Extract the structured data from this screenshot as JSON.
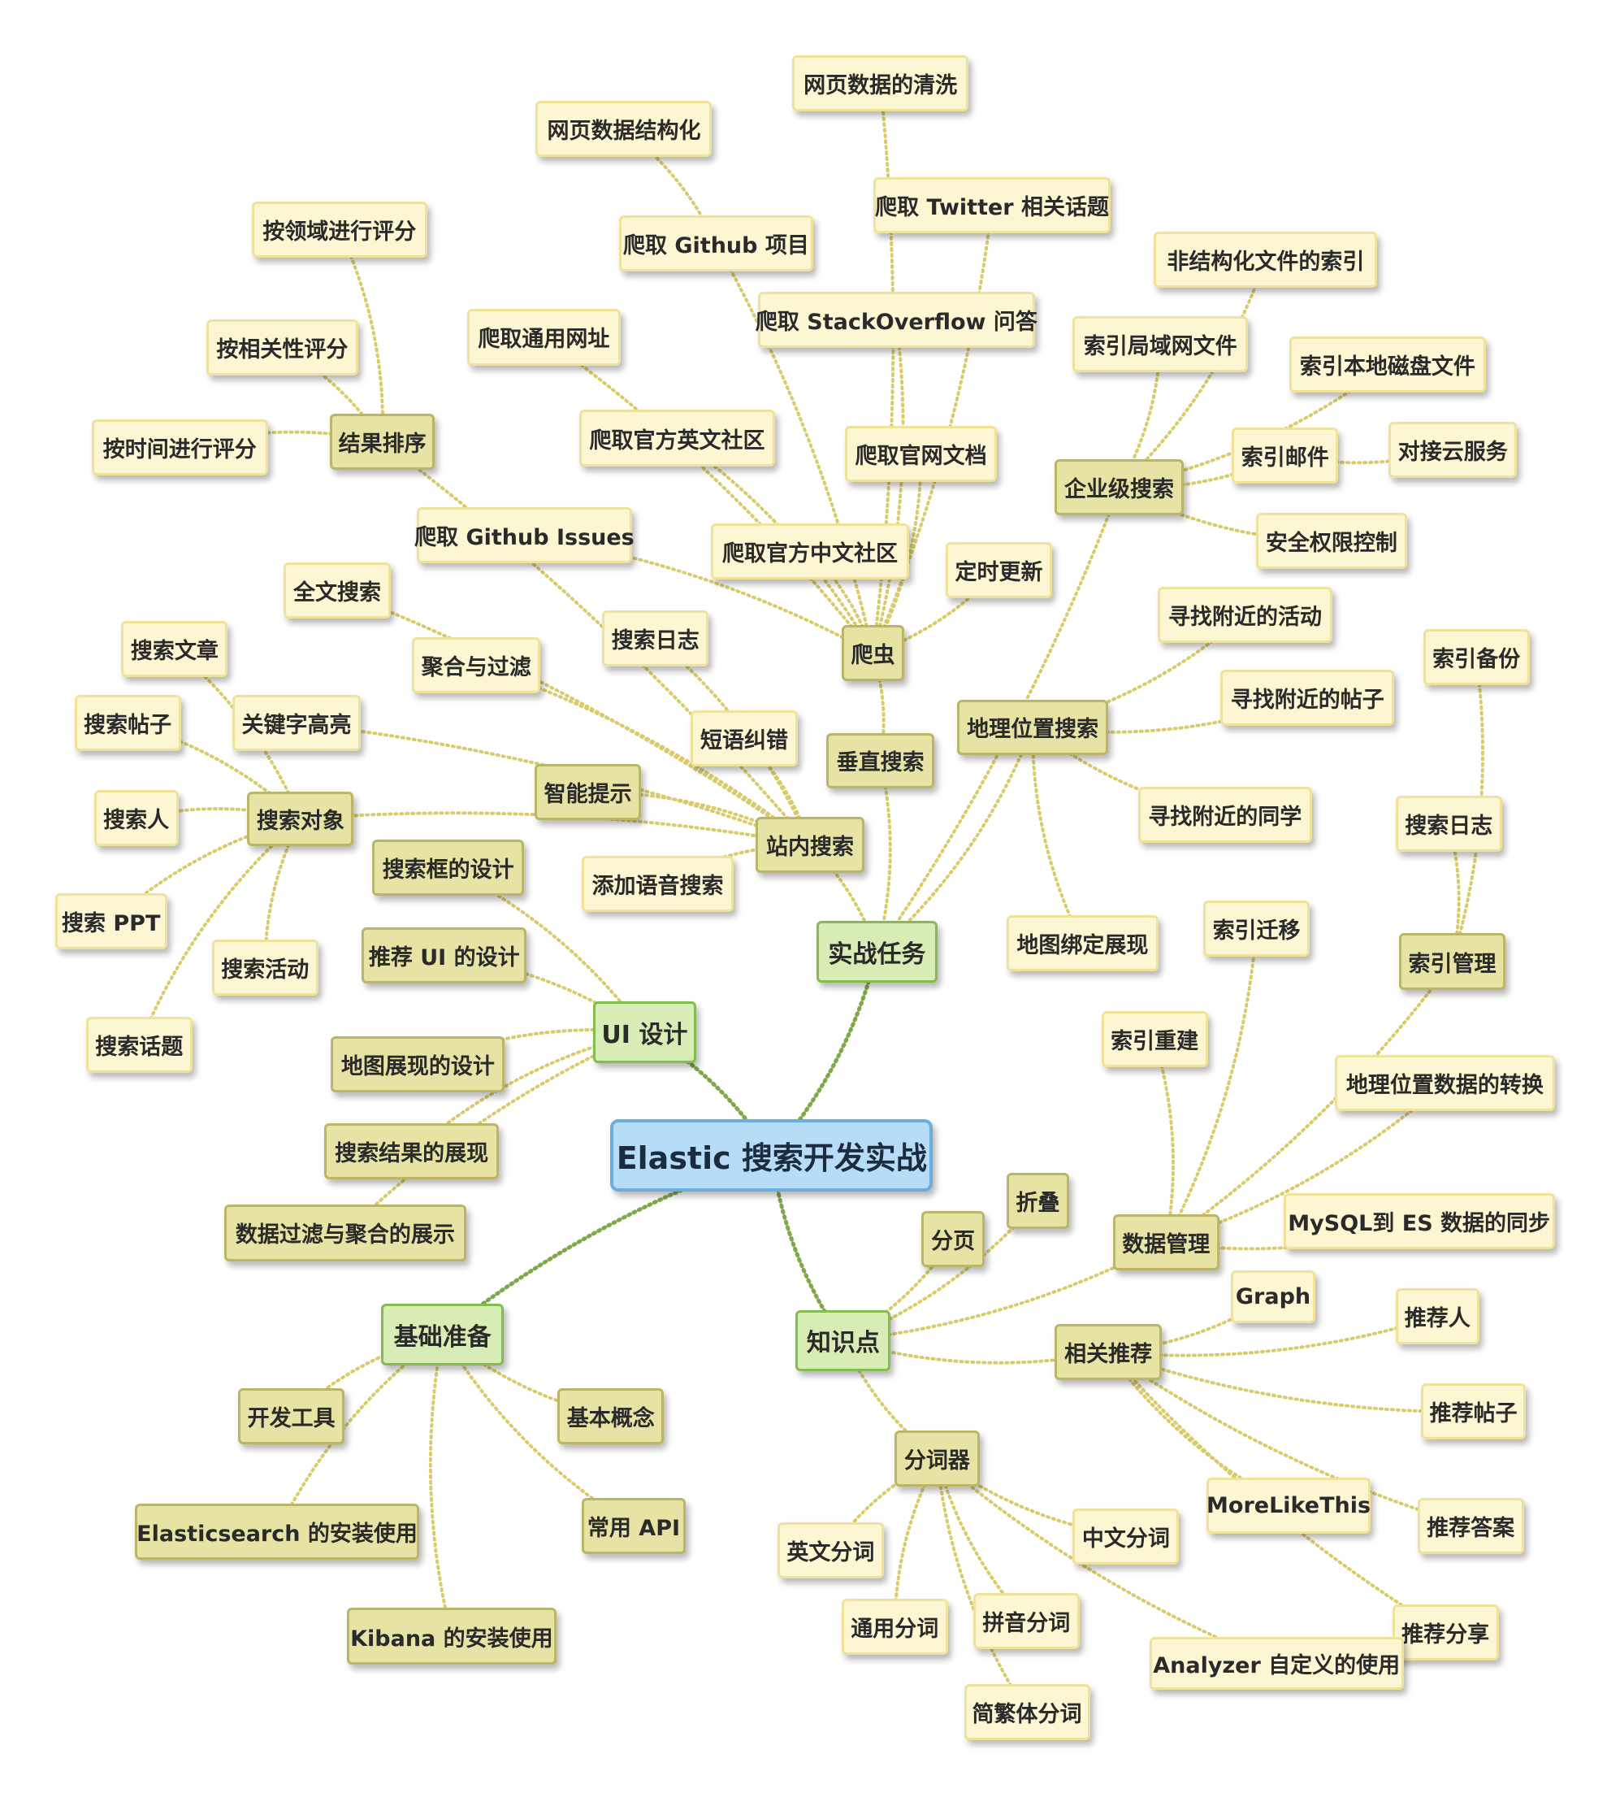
{
  "diagram": {
    "root": {
      "id": "root",
      "label": "Elastic 搜索开发实战"
    },
    "nodes": [
      {
        "id": "shizhan",
        "label": "实战任务",
        "level": "main"
      },
      {
        "id": "ui",
        "label": "UI 设计",
        "level": "main"
      },
      {
        "id": "jichu",
        "label": "基础准备",
        "level": "main"
      },
      {
        "id": "zhishi",
        "label": "知识点",
        "level": "main"
      },
      {
        "id": "paqu",
        "label": "爬虫",
        "level": "sub"
      },
      {
        "id": "zhannei",
        "label": "站内搜索",
        "level": "sub"
      },
      {
        "id": "chuizhi",
        "label": "垂直搜索",
        "level": "sub"
      },
      {
        "id": "qiye",
        "label": "企业级搜索",
        "level": "sub"
      },
      {
        "id": "dili",
        "label": "地理位置搜索",
        "level": "sub"
      },
      {
        "id": "shuju",
        "label": "数据管理",
        "level": "sub"
      },
      {
        "id": "xiangguan",
        "label": "相关推荐",
        "level": "sub"
      },
      {
        "id": "fenci",
        "label": "分词器",
        "level": "sub"
      },
      {
        "id": "jieguo",
        "label": "结果排序",
        "level": "sub"
      },
      {
        "id": "duixiang",
        "label": "搜索对象",
        "level": "sub"
      },
      {
        "id": "zhineng",
        "label": "智能提示",
        "level": "sub"
      },
      {
        "id": "suoyinguanli",
        "label": "索引管理",
        "level": "sub"
      },
      {
        "id": "fenye",
        "label": "分页",
        "level": "sub"
      },
      {
        "id": "zhedie",
        "label": "折叠",
        "level": "sub"
      },
      {
        "id": "sskdsj",
        "label": "搜索框的设计",
        "level": "sub"
      },
      {
        "id": "tjui",
        "label": "推荐 UI 的设计",
        "level": "sub"
      },
      {
        "id": "dtzxsj",
        "label": "地图展现的设计",
        "level": "sub"
      },
      {
        "id": "ssjgzx",
        "label": "搜索结果的展现",
        "level": "sub"
      },
      {
        "id": "sjgl_jh",
        "label": "数据过滤与聚合的展示",
        "level": "sub"
      },
      {
        "id": "kfgj",
        "label": "开发工具",
        "level": "sub"
      },
      {
        "id": "es_az",
        "label": "Elasticsearch 的安装使用",
        "level": "sub"
      },
      {
        "id": "kb_az",
        "label": "Kibana 的安装使用",
        "level": "sub"
      },
      {
        "id": "jbgn",
        "label": "基本概念",
        "level": "sub"
      },
      {
        "id": "cyapi",
        "label": "常用 API",
        "level": "sub"
      },
      {
        "id": "wysjqx",
        "label": "网页数据的清洗",
        "level": "leaf"
      },
      {
        "id": "wysjjgh",
        "label": "网页数据结构化",
        "level": "leaf"
      },
      {
        "id": "twitter",
        "label": "爬取 Twitter 相关话题",
        "level": "leaf"
      },
      {
        "id": "github_xm",
        "label": "爬取 Github 项目",
        "level": "leaf"
      },
      {
        "id": "stackoverflow",
        "label": "爬取 StackOverflow 问答",
        "level": "leaf"
      },
      {
        "id": "tywz",
        "label": "爬取通用网址",
        "level": "leaf"
      },
      {
        "id": "gfyw",
        "label": "爬取官方英文社区",
        "level": "leaf"
      },
      {
        "id": "gwwd",
        "label": "爬取官网文档",
        "level": "leaf"
      },
      {
        "id": "github_issues",
        "label": "爬取 Github Issues",
        "level": "leaf"
      },
      {
        "id": "gfzw",
        "label": "爬取官方中文社区",
        "level": "leaf"
      },
      {
        "id": "dsgx",
        "label": "定时更新",
        "level": "leaf"
      },
      {
        "id": "lyps",
        "label": "按领域进行评分",
        "level": "leaf"
      },
      {
        "id": "xgxps",
        "label": "按相关性评分",
        "level": "leaf"
      },
      {
        "id": "sjps",
        "label": "按时间进行评分",
        "level": "leaf"
      },
      {
        "id": "qwss",
        "label": "全文搜索",
        "level": "leaf"
      },
      {
        "id": "jhgl",
        "label": "聚合与过滤",
        "level": "leaf"
      },
      {
        "id": "ssrz1",
        "label": "搜索日志",
        "level": "leaf"
      },
      {
        "id": "dyjc",
        "label": "短语纠错",
        "level": "leaf"
      },
      {
        "id": "tjyy",
        "label": "添加语音搜索",
        "level": "leaf"
      },
      {
        "id": "ssww",
        "label": "搜索文章",
        "level": "leaf"
      },
      {
        "id": "sstz",
        "label": "搜索帖子",
        "level": "leaf"
      },
      {
        "id": "gjzgl",
        "label": "关键字高亮",
        "level": "leaf"
      },
      {
        "id": "ssr",
        "label": "搜索人",
        "level": "leaf"
      },
      {
        "id": "ssppt",
        "label": "搜索 PPT",
        "level": "leaf"
      },
      {
        "id": "sshd",
        "label": "搜索活动",
        "level": "leaf"
      },
      {
        "id": "sshti",
        "label": "搜索话题",
        "level": "leaf"
      },
      {
        "id": "fjgwj",
        "label": "非结构化文件的索引",
        "level": "leaf"
      },
      {
        "id": "jywwj",
        "label": "索引局域网文件",
        "level": "leaf"
      },
      {
        "id": "bdcp",
        "label": "索引本地磁盘文件",
        "level": "leaf"
      },
      {
        "id": "yj",
        "label": "索引邮件",
        "level": "leaf"
      },
      {
        "id": "djyfw",
        "label": "对接云服务",
        "level": "leaf"
      },
      {
        "id": "aqqx",
        "label": "安全权限控制",
        "level": "leaf"
      },
      {
        "id": "fjhd",
        "label": "寻找附近的活动",
        "level": "leaf"
      },
      {
        "id": "fjtz",
        "label": "寻找附近的帖子",
        "level": "leaf"
      },
      {
        "id": "fjtx",
        "label": "寻找附近的同学",
        "level": "leaf"
      },
      {
        "id": "dtbd",
        "label": "地图绑定展现",
        "level": "leaf"
      },
      {
        "id": "sybf",
        "label": "索引备份",
        "level": "leaf"
      },
      {
        "id": "ssrz2",
        "label": "搜索日志",
        "level": "leaf"
      },
      {
        "id": "syqy",
        "label": "索引迁移",
        "level": "leaf"
      },
      {
        "id": "sycj",
        "label": "索引重建",
        "level": "leaf"
      },
      {
        "id": "dlzh",
        "label": "地理位置数据的转换",
        "level": "leaf"
      },
      {
        "id": "mysql",
        "label": "MySQL到 ES 数据的同步",
        "level": "leaf"
      },
      {
        "id": "graph",
        "label": "Graph",
        "level": "leaf"
      },
      {
        "id": "tjr",
        "label": "推荐人",
        "level": "leaf"
      },
      {
        "id": "tjtz",
        "label": "推荐帖子",
        "level": "leaf"
      },
      {
        "id": "mlt",
        "label": "MoreLikeThis",
        "level": "leaf"
      },
      {
        "id": "tjda",
        "label": "推荐答案",
        "level": "leaf"
      },
      {
        "id": "tjfx",
        "label": "推荐分享",
        "level": "leaf"
      },
      {
        "id": "ywfc",
        "label": "英文分词",
        "level": "leaf"
      },
      {
        "id": "tyfc",
        "label": "通用分词",
        "level": "leaf"
      },
      {
        "id": "pyfc",
        "label": "拼音分词",
        "level": "leaf"
      },
      {
        "id": "jftfc",
        "label": "简繁体分词",
        "level": "leaf"
      },
      {
        "id": "zwfc",
        "label": "中文分词",
        "level": "leaf"
      },
      {
        "id": "analyzer",
        "label": "Analyzer 自定义的使用",
        "level": "leaf"
      }
    ],
    "edges": [
      [
        "root",
        "shizhan"
      ],
      [
        "root",
        "ui"
      ],
      [
        "root",
        "jichu"
      ],
      [
        "root",
        "zhishi"
      ],
      [
        "shizhan",
        "chuizhi"
      ],
      [
        "shizhan",
        "zhannei"
      ],
      [
        "shizhan",
        "qiye"
      ],
      [
        "shizhan",
        "dili"
      ],
      [
        "chuizhi",
        "paqu"
      ],
      [
        "paqu",
        "wysjqx"
      ],
      [
        "paqu",
        "twitter"
      ],
      [
        "paqu",
        "stackoverflow"
      ],
      [
        "paqu",
        "gwwd"
      ],
      [
        "paqu",
        "gfzw"
      ],
      [
        "paqu",
        "dsgx"
      ],
      [
        "paqu",
        "github_issues"
      ],
      [
        "paqu",
        "gfyw"
      ],
      [
        "paqu",
        "tywz"
      ],
      [
        "paqu",
        "github_xm"
      ],
      [
        "github_xm",
        "wysjjgh"
      ],
      [
        "zhannei",
        "jieguo"
      ],
      [
        "zhannei",
        "qwss"
      ],
      [
        "zhannei",
        "jhgl"
      ],
      [
        "zhannei",
        "ssrz1"
      ],
      [
        "zhannei",
        "dyjc"
      ],
      [
        "zhannei",
        "tjyy"
      ],
      [
        "zhannei",
        "zhineng"
      ],
      [
        "zhannei",
        "duixiang"
      ],
      [
        "zhannei",
        "gjzgl"
      ],
      [
        "jieguo",
        "lyps"
      ],
      [
        "jieguo",
        "xgxps"
      ],
      [
        "jieguo",
        "sjps"
      ],
      [
        "duixiang",
        "ssww"
      ],
      [
        "duixiang",
        "sstz"
      ],
      [
        "duixiang",
        "ssr"
      ],
      [
        "duixiang",
        "ssppt"
      ],
      [
        "duixiang",
        "sshd"
      ],
      [
        "duixiang",
        "sshti"
      ],
      [
        "qiye",
        "fjgwj"
      ],
      [
        "qiye",
        "jywwj"
      ],
      [
        "qiye",
        "bdcp"
      ],
      [
        "qiye",
        "yj"
      ],
      [
        "qiye",
        "aqqx"
      ],
      [
        "yj",
        "djyfw"
      ],
      [
        "dili",
        "fjhd"
      ],
      [
        "dili",
        "fjtz"
      ],
      [
        "dili",
        "fjtx"
      ],
      [
        "dili",
        "dtbd"
      ],
      [
        "ui",
        "sskdsj"
      ],
      [
        "ui",
        "tjui"
      ],
      [
        "ui",
        "dtzxsj"
      ],
      [
        "ui",
        "ssjgzx"
      ],
      [
        "ui",
        "sjgl_jh"
      ],
      [
        "jichu",
        "kfgj"
      ],
      [
        "jichu",
        "es_az"
      ],
      [
        "jichu",
        "kb_az"
      ],
      [
        "jichu",
        "jbgn"
      ],
      [
        "jichu",
        "cyapi"
      ],
      [
        "zhishi",
        "fenye"
      ],
      [
        "zhishi",
        "zhedie"
      ],
      [
        "zhishi",
        "shuju"
      ],
      [
        "zhishi",
        "xiangguan"
      ],
      [
        "zhishi",
        "fenci"
      ],
      [
        "shuju",
        "suoyinguanli"
      ],
      [
        "shuju",
        "syqy"
      ],
      [
        "shuju",
        "sycj"
      ],
      [
        "shuju",
        "dlzh"
      ],
      [
        "shuju",
        "mysql"
      ],
      [
        "suoyinguanli",
        "sybf"
      ],
      [
        "suoyinguanli",
        "ssrz2"
      ],
      [
        "xiangguan",
        "graph"
      ],
      [
        "xiangguan",
        "tjr"
      ],
      [
        "xiangguan",
        "tjtz"
      ],
      [
        "xiangguan",
        "mlt"
      ],
      [
        "xiangguan",
        "tjda"
      ],
      [
        "xiangguan",
        "tjfx"
      ],
      [
        "fenci",
        "ywfc"
      ],
      [
        "fenci",
        "tyfc"
      ],
      [
        "fenci",
        "pyfc"
      ],
      [
        "fenci",
        "jftfc"
      ],
      [
        "fenci",
        "zwfc"
      ],
      [
        "fenci",
        "analyzer"
      ]
    ],
    "colors": {
      "root_fill": "#b7dcf8",
      "root_border": "#6aaedf",
      "main_fill": "#d8edb5",
      "main_border": "#86bb4e",
      "sub_fill": "#e7e3a4",
      "sub_border": "#bcb565",
      "leaf_fill": "#fdf6d3",
      "leaf_border": "#f0e29a",
      "main_link": "#7fa84a",
      "sub_link": "#d9cb6a"
    }
  }
}
